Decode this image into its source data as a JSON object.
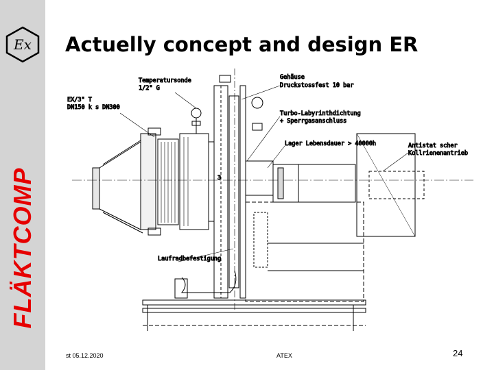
{
  "sidebar": {
    "brand": "FLÄKTCOMP",
    "logo": "Ex",
    "logo_icon": "ex-atex-hexagon-icon"
  },
  "title": "Actuelly concept and design ER",
  "drawing": {
    "labels": {
      "temperatursonde": "Temperatursonde",
      "temp_thread": "1/2\" G",
      "gehaeuse": "Gehäuse",
      "druckstossfest": "Druckstossfest 10 bar",
      "ex_class": "EX/3\" T",
      "dn_range": "DN150 k s DN300",
      "turbo": "Turbo-Labyrinthdichtung",
      "sperrgas": "+ Sperrgasanschluss",
      "lager": "Lager Lebensdauer > 40000h",
      "antistatic": "Antistat scher",
      "kupplung": "Kollrienenantrieb",
      "befestigung": "Laufradbefestigung",
      "num3": "3"
    }
  },
  "footer": {
    "date": "st 05.12.2020",
    "atex": "ATEX",
    "page": "24"
  }
}
